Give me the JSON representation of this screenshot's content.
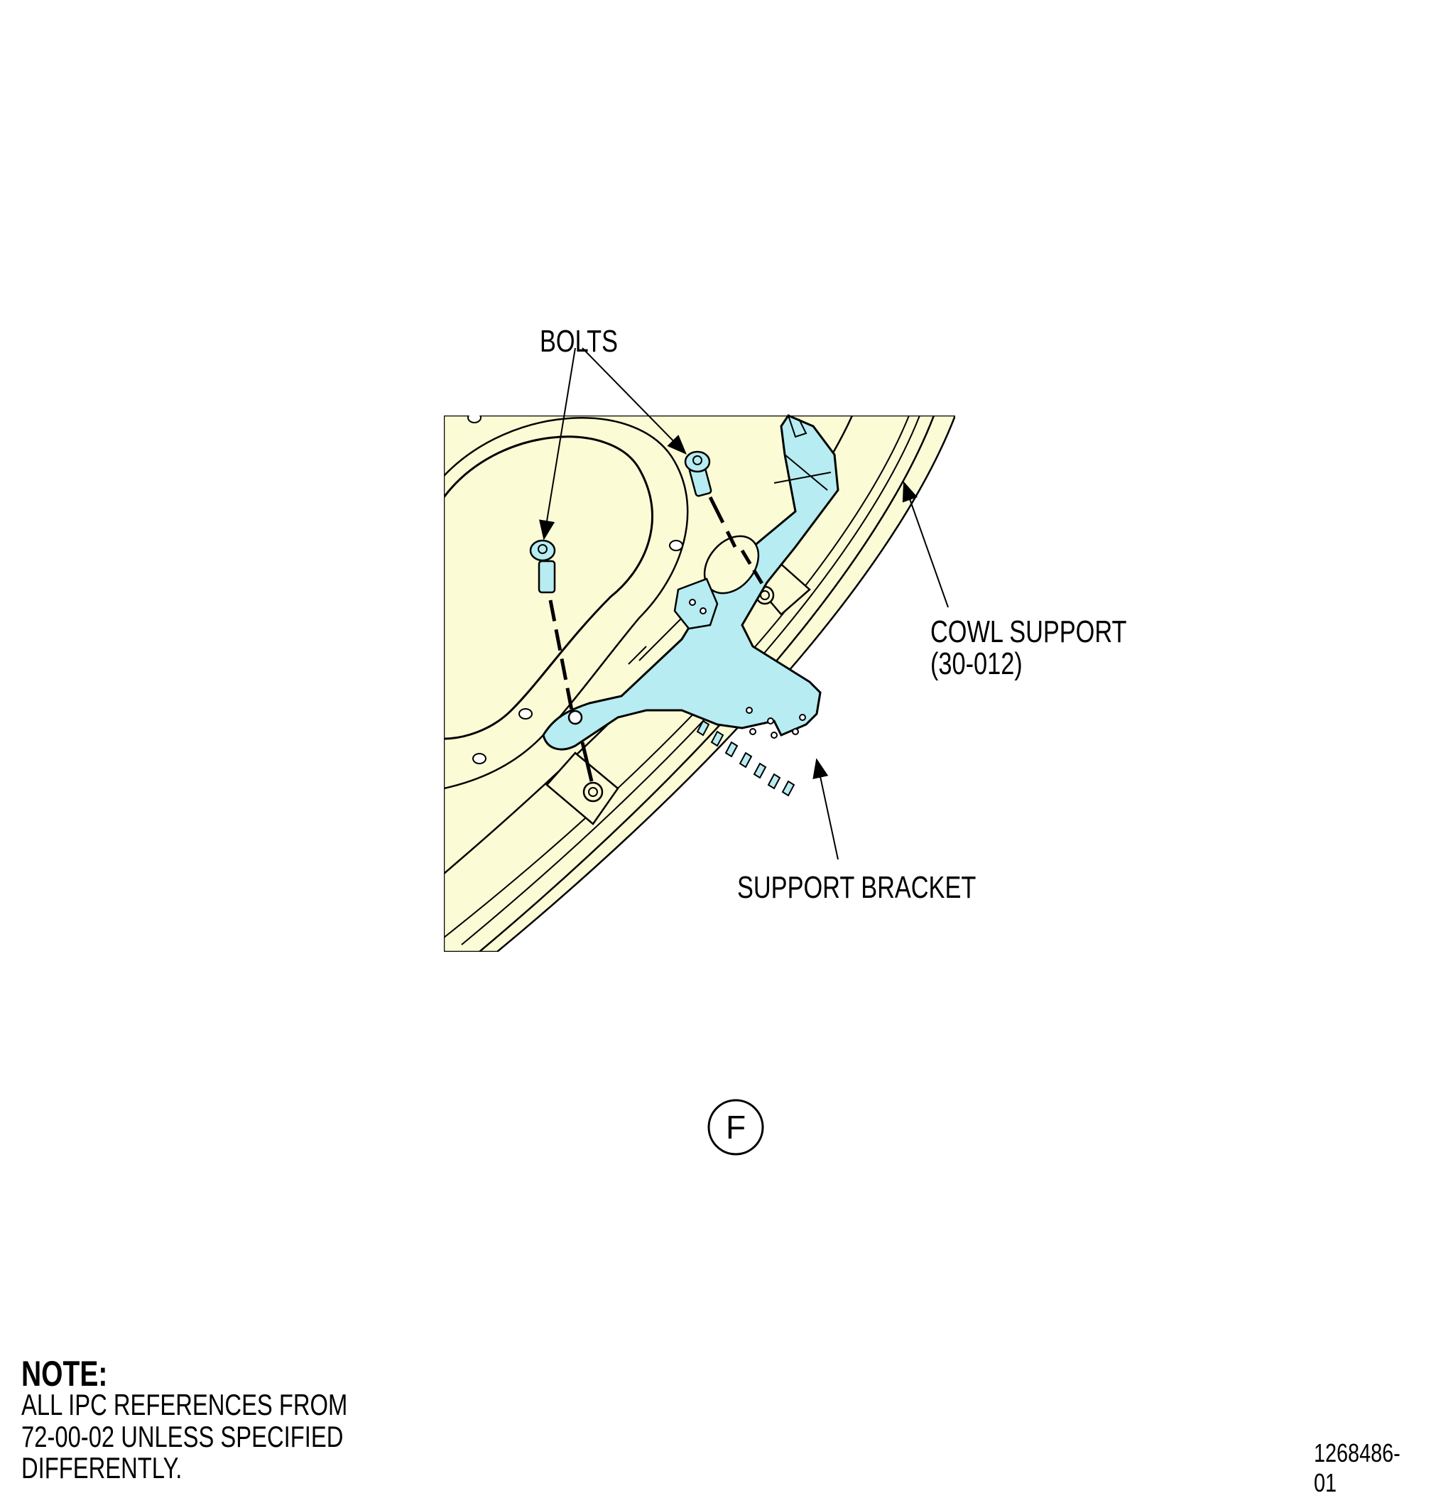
{
  "labels": {
    "bolts": "BOLTS",
    "cowl_support_line1": "COWL SUPPORT",
    "cowl_support_line2": "(30-012)",
    "support_bracket": "SUPPORT BRACKET"
  },
  "view": {
    "letter": "F"
  },
  "note": {
    "title": "NOTE:",
    "lines": [
      "ALL IPC REFERENCES FROM",
      "72-00-02 UNLESS SPECIFIED",
      "DIFFERENTLY."
    ]
  },
  "figure_id": "1268486-01",
  "colors": {
    "cowl_fill": "#fbfbd6",
    "bracket_fill": "#b6ecf2",
    "line": "#000000"
  }
}
